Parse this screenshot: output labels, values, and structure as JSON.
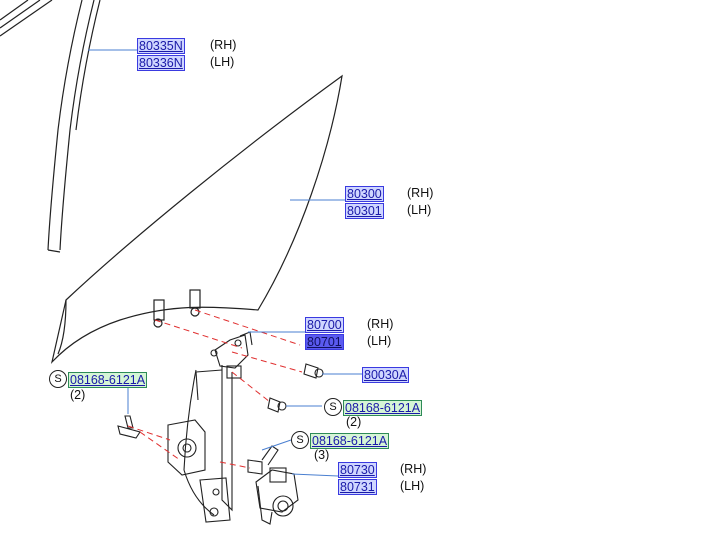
{
  "callouts": {
    "run_rh": {
      "part": "80335N",
      "side": "(RH)"
    },
    "run_lh": {
      "part": "80336N",
      "side": "(LH)"
    },
    "glass_rh": {
      "part": "80300",
      "side": "(RH)"
    },
    "glass_lh": {
      "part": "80301",
      "side": "(LH)"
    },
    "reg_rh": {
      "part": "80700",
      "side": "(RH)"
    },
    "reg_lh": {
      "part": "80701",
      "side": "(LH)"
    },
    "bolt": {
      "part": "80030A"
    },
    "screw_left": {
      "badge": "S",
      "part": "08168-6121A",
      "qty": "(2)"
    },
    "screw_mid": {
      "badge": "S",
      "part": "08168-6121A",
      "qty": "(2)"
    },
    "screw_motor": {
      "badge": "S",
      "part": "08168-6121A",
      "qty": "(3)"
    },
    "motor_rh": {
      "part": "80730",
      "side": "(RH)"
    },
    "motor_lh": {
      "part": "80731",
      "side": "(LH)"
    }
  },
  "colors": {
    "link_text": "#1a1aa8",
    "link_bg": "#cfd6ff",
    "link_selected_bg": "#5a5af0",
    "standard_bg": "#d6f5d6",
    "leader_line": "#4a7fd0",
    "assembly_dash": "#e03030",
    "drawing_stroke": "#222222"
  }
}
